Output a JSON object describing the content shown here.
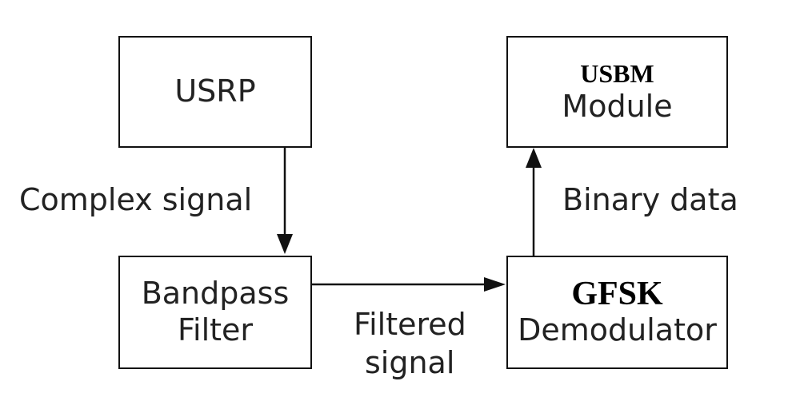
{
  "blocks": {
    "usrp": {
      "label": "USRP"
    },
    "usbm": {
      "title": "USBM",
      "subtitle": "Module"
    },
    "bandpass": {
      "line1": "Bandpass",
      "line2": "Filter"
    },
    "gfsk": {
      "title": "GFSK",
      "subtitle": "Demodulator"
    }
  },
  "connections": {
    "complex_signal": "Complex signal",
    "binary_data": "Binary data",
    "filtered_signal_line1": "Filtered",
    "filtered_signal_line2": "signal"
  },
  "colors": {
    "stroke": "#111111",
    "text": "#222222",
    "background": "#ffffff"
  }
}
